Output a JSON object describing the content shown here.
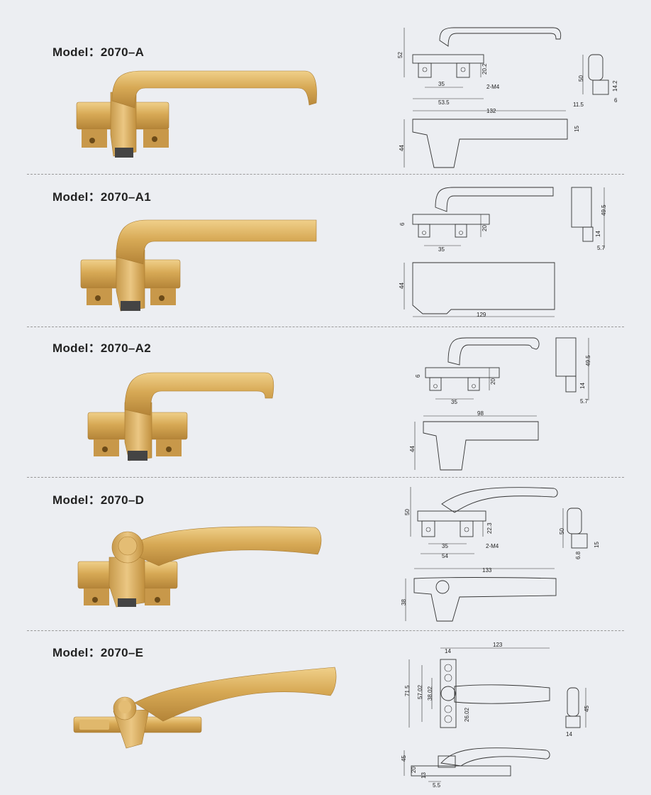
{
  "models": [
    {
      "title": "Model：2070–A",
      "dims": {
        "top": [
          "52",
          "20.2",
          "35",
          "53.5",
          "2-M4"
        ],
        "side": [
          "50",
          "14.2",
          "11.5",
          "6"
        ],
        "front": [
          "132",
          "44",
          "15"
        ]
      }
    },
    {
      "title": "Model：2070–A1",
      "dims": {
        "top": [
          "6",
          "20",
          "35"
        ],
        "side": [
          "49.5",
          "14",
          "5.7"
        ],
        "front": [
          "44",
          "129"
        ]
      }
    },
    {
      "title": "Model：2070–A2",
      "dims": {
        "top": [
          "6",
          "20",
          "35"
        ],
        "side": [
          "49.5",
          "14",
          "5.7"
        ],
        "front": [
          "98",
          "44"
        ]
      }
    },
    {
      "title": "Model：2070–D",
      "dims": {
        "top": [
          "50",
          "22.3",
          "35",
          "54",
          "2-M4"
        ],
        "side": [
          "50",
          "6.8",
          "15"
        ],
        "front": [
          "133",
          "38"
        ]
      }
    },
    {
      "title": "Model：2070–E",
      "dims": {
        "top": [
          "14",
          "123",
          "71.5",
          "57.02",
          "38.02",
          "26.02"
        ],
        "side": [
          "45",
          "14"
        ],
        "front": [
          "45",
          "20",
          "13",
          "5.5"
        ]
      }
    }
  ]
}
